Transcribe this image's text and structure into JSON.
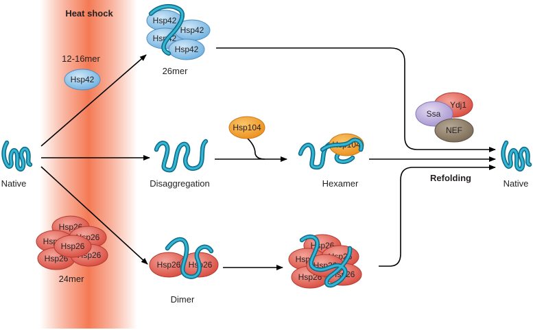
{
  "colors": {
    "heat_band": "#f47a55",
    "hsp42": "#8fc3e8",
    "hsp26": "#e0584b",
    "hsp104": "#f5a02c",
    "ssa": "#b9a8d8",
    "ydj1": "#e04a4a",
    "nef": "#8a7a66",
    "chain": "#1e8fb0"
  },
  "labels": {
    "heat_shock": "Heat shock",
    "native_left": "Native",
    "native_right": "Native",
    "disaggregation": "Disaggregation",
    "hexamer": "Hexamer",
    "refolding": "Refolding",
    "dimer": "Dimer",
    "mer26": "26mer",
    "mer12_16": "12-16mer",
    "mer24": "24mer"
  },
  "proteins": {
    "hsp42": "Hsp42",
    "hsp26": "Hsp26",
    "hsp104": "Hsp104",
    "ssa": "Ssa",
    "ydj1": "Ydj1",
    "nef": "NEF"
  }
}
